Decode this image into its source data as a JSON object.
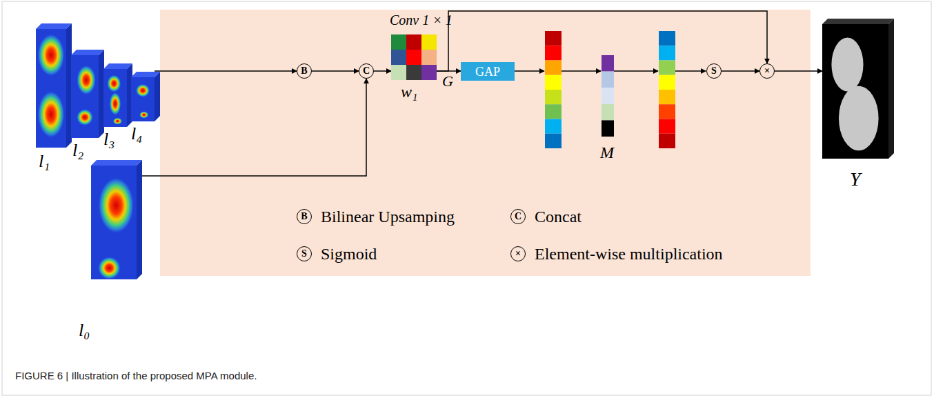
{
  "diagram": {
    "caption": "FIGURE 6 | Illustration of the proposed MPA module.",
    "nodes": [
      {
        "text": [
          "l₁"
        ]
      },
      {
        "text": [
          "l₂"
        ]
      },
      {
        "text": [
          "l₃"
        ]
      },
      {
        "text": [
          "l₄"
        ]
      },
      {
        "text": [
          "l₀"
        ]
      },
      {
        "text": [
          "B"
        ]
      },
      {
        "text": [
          "C"
        ]
      },
      {
        "text": [
          "Conv 1 × 1",
          "w₁",
          "G"
        ]
      },
      {
        "text": [
          "GAP"
        ]
      },
      {
        "text": [
          "M"
        ]
      },
      {
        "text": [
          "S"
        ]
      },
      {
        "text": [
          "×"
        ]
      },
      {
        "text": [
          "Y"
        ]
      }
    ],
    "edges": [
      {
        "from": 3,
        "to": 5,
        "arrow": "to"
      },
      {
        "from": 5,
        "to": 6,
        "arrow": "to"
      },
      {
        "from": 4,
        "to": 6,
        "arrow": "to"
      },
      {
        "from": 6,
        "to": 7,
        "arrow": "to"
      },
      {
        "from": 7,
        "to": 8,
        "arrow": "to"
      },
      {
        "from": 10,
        "to": 11,
        "arrow": "to"
      },
      {
        "from": 7,
        "to": 11,
        "arrow": "to"
      },
      {
        "from": 11,
        "to": 12,
        "arrow": "to"
      }
    ],
    "labels": [
      "B",
      "C",
      "S",
      "×"
    ],
    "legend": [
      {
        "text": "Bilinear Upsamping"
      },
      {
        "text": "Concat"
      },
      {
        "text": "Sigmoid"
      },
      {
        "text": "Element-wise multiplication"
      }
    ]
  }
}
